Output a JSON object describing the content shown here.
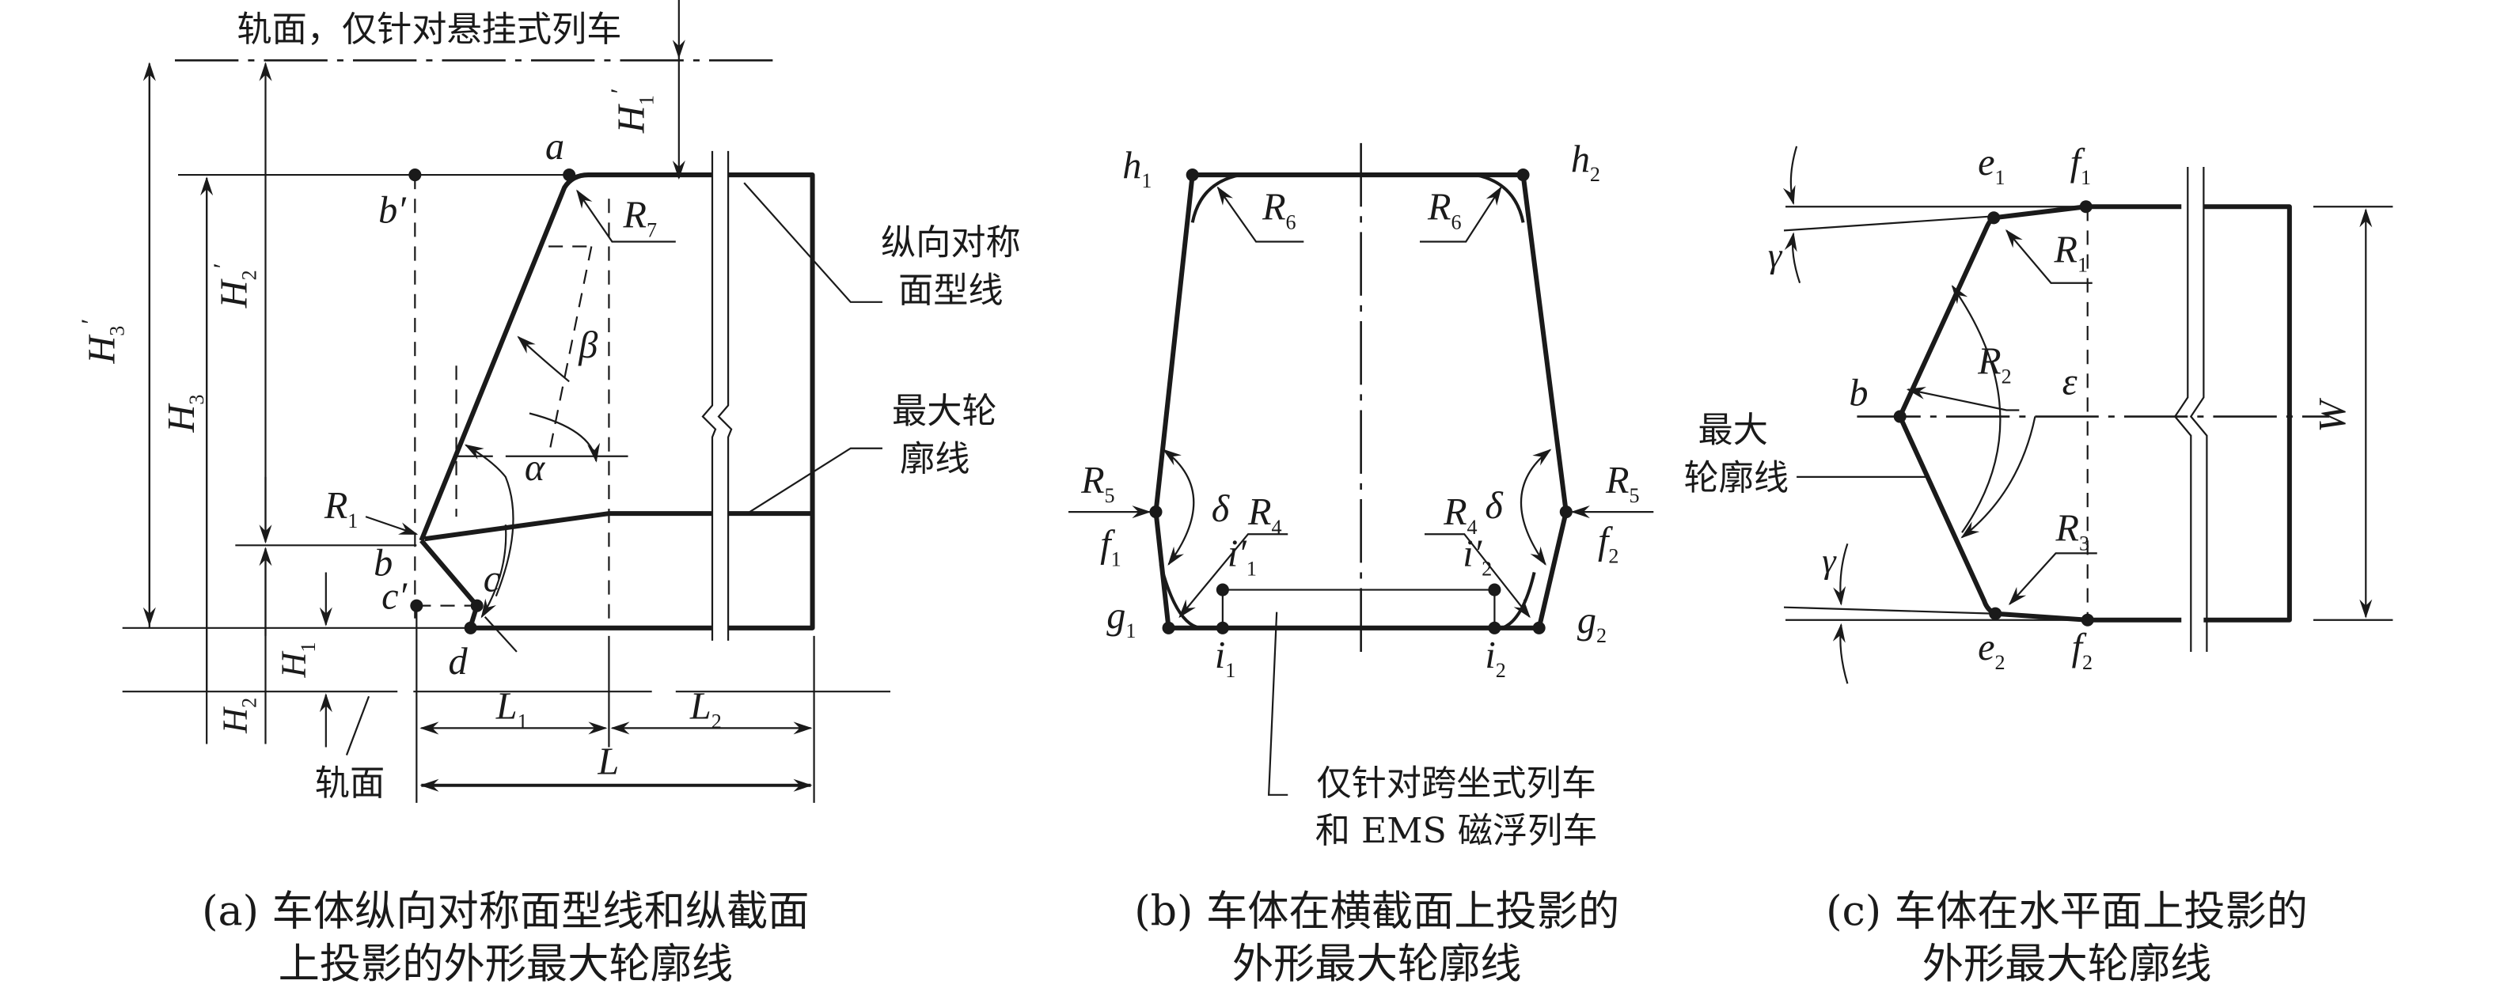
{
  "panel_a": {
    "top_note": "轨面，仅针对悬挂式列车",
    "label_symmetry_line": [
      "纵向对称",
      "面型线"
    ],
    "label_max_profile": [
      "最大轮",
      "廓线"
    ],
    "label_rail_surface": "轨面",
    "points": {
      "a": "a",
      "b": "b",
      "b_prime": "b′",
      "c": "c",
      "c_prime": "c′",
      "d": "d"
    },
    "radii": {
      "R7": {
        "base": "R",
        "sub": "7"
      },
      "R1": {
        "base": "R",
        "sub": "1"
      }
    },
    "angles": {
      "alpha": "α",
      "beta": "β"
    },
    "dims": {
      "H1p": {
        "base": "H",
        "sub": "1",
        "prime": "′"
      },
      "H2p": {
        "base": "H",
        "sub": "2",
        "prime": "′"
      },
      "H3p": {
        "base": "H",
        "sub": "3",
        "prime": "′"
      },
      "H1": {
        "base": "H",
        "sub": "1"
      },
      "H2": {
        "base": "H",
        "sub": "2"
      },
      "H3": {
        "base": "H",
        "sub": "3"
      },
      "L1": {
        "base": "L",
        "sub": "1"
      },
      "L2": {
        "base": "L",
        "sub": "2"
      },
      "L": {
        "base": "L"
      }
    },
    "caption": [
      "(a) 车体纵向对称面型线和纵截面",
      "上投影的外形最大轮廓线"
    ]
  },
  "panel_b": {
    "points": {
      "h1": {
        "base": "h",
        "sub": "1"
      },
      "h2": {
        "base": "h",
        "sub": "2"
      },
      "f1": {
        "base": "f",
        "sub": "1"
      },
      "f2": {
        "base": "f",
        "sub": "2"
      },
      "g1": {
        "base": "g",
        "sub": "1"
      },
      "g2": {
        "base": "g",
        "sub": "2"
      },
      "i1": {
        "base": "i",
        "sub": "1"
      },
      "i2": {
        "base": "i",
        "sub": "2"
      },
      "i1p": {
        "base": "i′",
        "sub": "1"
      },
      "i2p": {
        "base": "i′",
        "sub": "2"
      }
    },
    "radii": {
      "R6": {
        "base": "R",
        "sub": "6"
      },
      "R5": {
        "base": "R",
        "sub": "5"
      },
      "R4": {
        "base": "R",
        "sub": "4"
      }
    },
    "angles": {
      "delta": "δ"
    },
    "note": [
      "仅针对跨坐式列车",
      "和 EMS 磁浮列车"
    ],
    "caption": [
      "(b) 车体在横截面上投影的",
      "外形最大轮廓线"
    ]
  },
  "panel_c": {
    "points": {
      "e1": {
        "base": "e",
        "sub": "1"
      },
      "f1": {
        "base": "f",
        "sub": "1"
      },
      "e2": {
        "base": "e",
        "sub": "2"
      },
      "f2": {
        "base": "f",
        "sub": "2"
      },
      "b": "b"
    },
    "radii": {
      "R1": {
        "base": "R",
        "sub": "1"
      },
      "R2": {
        "base": "R",
        "sub": "2"
      },
      "R3": {
        "base": "R",
        "sub": "3"
      }
    },
    "angles": {
      "epsilon": "ε",
      "gamma": "γ"
    },
    "dims": {
      "W": "W"
    },
    "label_max_profile": [
      "最大",
      "轮廓线"
    ],
    "caption": [
      "(c) 车体在水平面上投影的",
      "外形最大轮廓线"
    ]
  }
}
